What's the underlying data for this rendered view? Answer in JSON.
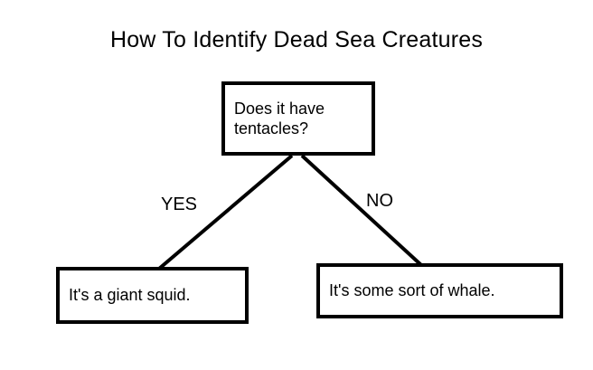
{
  "title": "How To Identify Dead Sea Creatures",
  "diagram": {
    "root_node": {
      "label": "Does it have tentacles?"
    },
    "edges": [
      {
        "label": "YES"
      },
      {
        "label": "NO"
      }
    ],
    "leaf_nodes": [
      {
        "label": "It's a giant squid."
      },
      {
        "label": "It's some sort of whale."
      }
    ]
  },
  "colors": {
    "background": "#ffffff",
    "line": "#000000",
    "text": "#000000"
  }
}
